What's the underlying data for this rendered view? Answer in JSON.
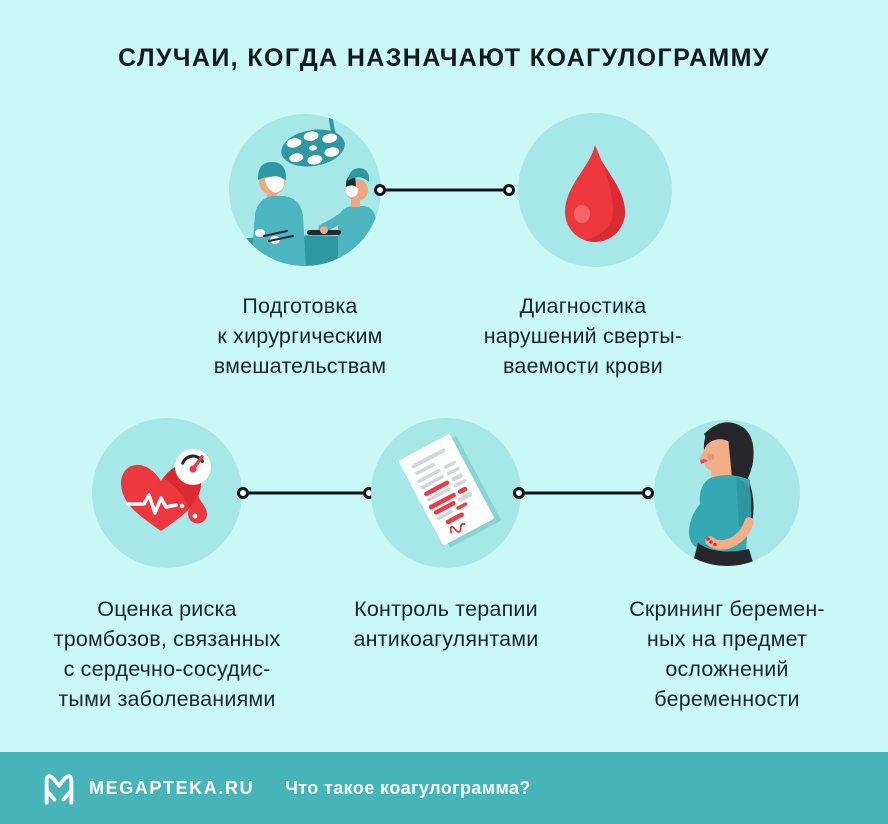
{
  "title": "СЛУЧАИ, КОГДА НАЗНАЧАЮТ КОАГУЛОГРАММУ",
  "items": [
    {
      "icon": "surgery-icon",
      "label": "Подготовка\nк хирургическим\nвмешательствам"
    },
    {
      "icon": "blood-drop-icon",
      "label": "Диагностика\nнарушений сверты-\nваемости крови"
    },
    {
      "icon": "heart-risk-icon",
      "label": "Оценка риска\nтромбозов, связанных\nс сердечно-сосудис-\nтыми заболеваниями"
    },
    {
      "icon": "therapy-report-icon",
      "label": "Контроль терапии\nантикоагулянтами"
    },
    {
      "icon": "pregnant-woman-icon",
      "label": "Скрининг беремен-\nных на предмет\nосложнений\nбеременности"
    }
  ],
  "footer": {
    "brand": "MEGAPTEKA.RU",
    "link_text": "Что такое коагулограмма?"
  },
  "colors": {
    "page_background": "#c9f8f7",
    "circle_background": "#a6e7e8",
    "accent_teal_dark": "#2e98a2",
    "accent_teal_mid": "#4cb5bf",
    "red": "#ee3840",
    "footer_background": "#47b4ba",
    "text_dark": "#10191e",
    "connector_black": "#0d1317"
  }
}
